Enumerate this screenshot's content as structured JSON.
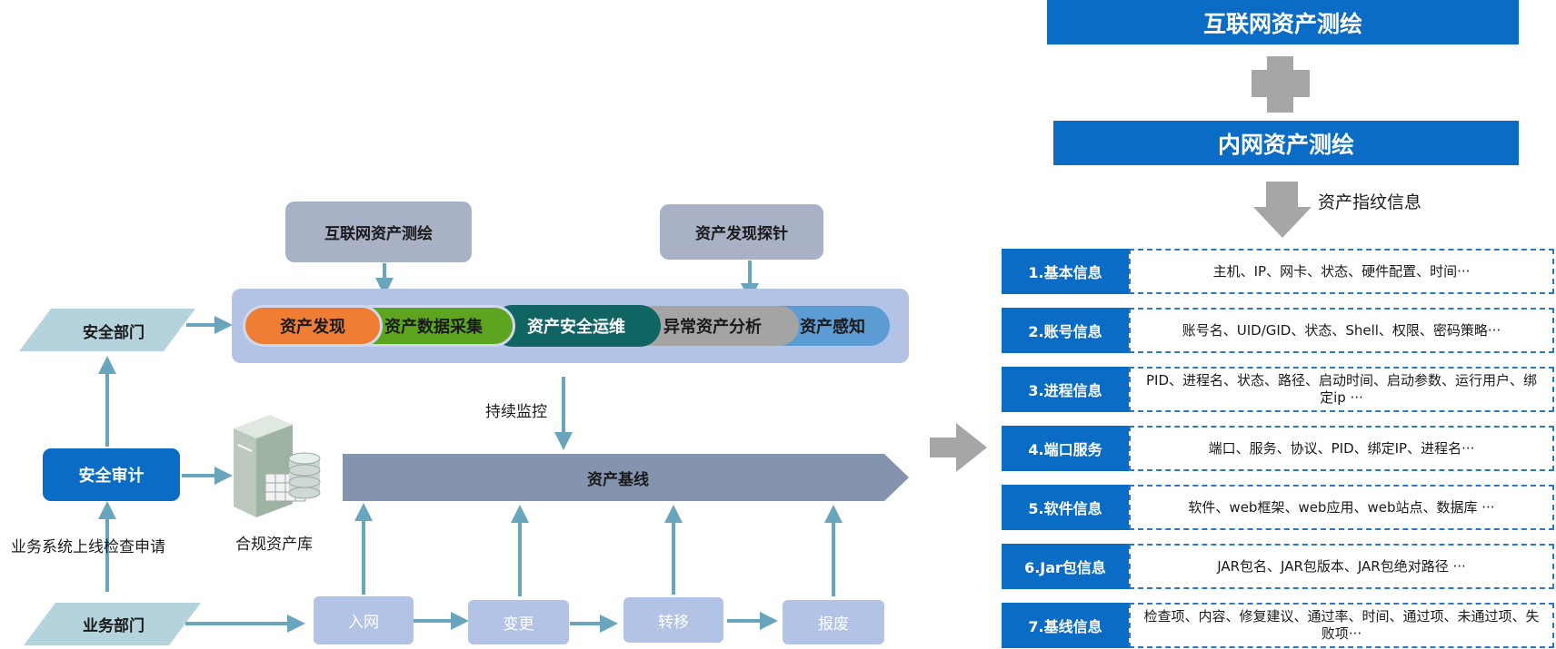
{
  "colors": {
    "accent_blue": "#0a6cc4",
    "gray_box": "#a9b1c6",
    "arrow_teal": "#6aa5be",
    "parallelogram": "#b5d3dd",
    "pipeline_bg": "#b3c3e5",
    "baseline_bar": "#8494af",
    "orange": "#ef7d34",
    "green": "#5ea51f",
    "dark_teal": "#106462",
    "gray_pill": "#a4a4a4",
    "light_blue": "#5b9cd5"
  },
  "left": {
    "internet_mapping": "互联网资产测绘",
    "probe": "资产发现探针",
    "security_dept": "安全部门",
    "audit": "安全审计",
    "apply_label": "业务系统上线检查申请",
    "business_dept": "业务部门",
    "compliance_db": "合规资产库",
    "monitor_label": "持续监控",
    "baseline": "资产基线",
    "pipeline": [
      "资产发现",
      "资产数据采集",
      "资产安全运维",
      "异常资产分析",
      "资产感知"
    ],
    "stages": [
      "入网",
      "变更",
      "转移",
      "报废"
    ],
    "icons": {
      "server": "server-icon",
      "database": "database-icon"
    }
  },
  "right": {
    "internet_mapping": "互联网资产测绘",
    "intranet_mapping": "内网资产测绘",
    "fingerprint_label": "资产指纹信息",
    "icons": {
      "plus": "plus-icon",
      "down_arrow": "down-arrow-icon",
      "right_arrow": "right-arrow-icon"
    },
    "rows": [
      {
        "label": "1.基本信息",
        "desc": "主机、IP、网卡、状态、硬件配置、时间···"
      },
      {
        "label": "2.账号信息",
        "desc": "账号名、UID/GID、状态、Shell、权限、密码策略···"
      },
      {
        "label": "3.进程信息",
        "desc": "PID、进程名、状态、路径、启动时间、启动参数、运行用户、绑定ip ···"
      },
      {
        "label": "4.端口服务",
        "desc": "端口、服务、协议、PID、绑定IP、进程名···"
      },
      {
        "label": "5.软件信息",
        "desc": "软件、web框架、web应用、web站点、数据库 ···"
      },
      {
        "label": "6.Jar包信息",
        "desc": "JAR包名、JAR包版本、JAR包绝对路径 ···"
      },
      {
        "label": "7.基线信息",
        "desc": "检查项、内容、修复建议、通过率、时间、通过项、未通过项、失败项···"
      }
    ]
  }
}
